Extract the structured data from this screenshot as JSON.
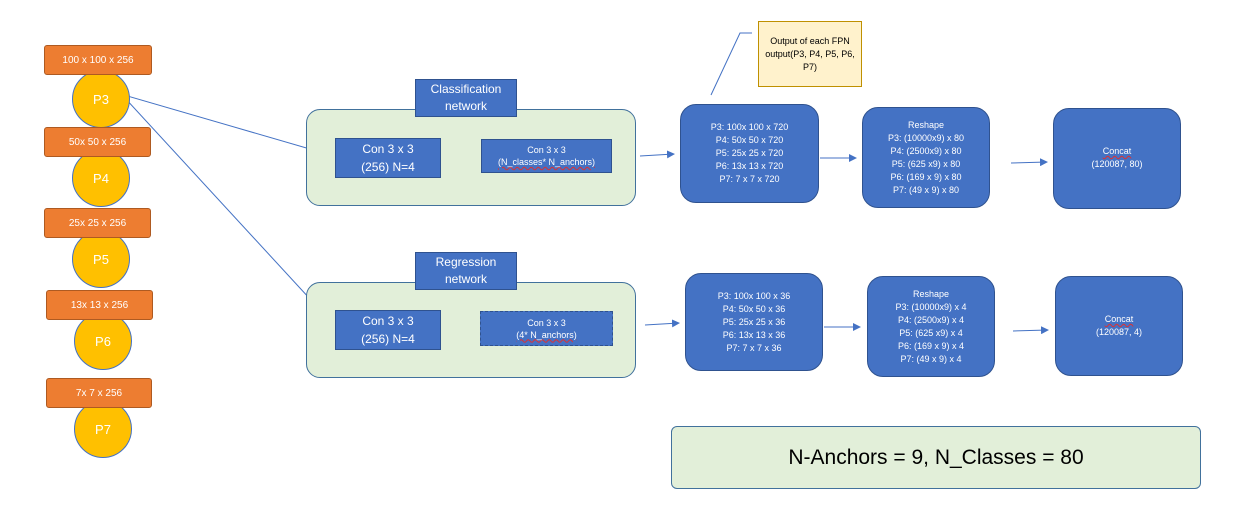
{
  "fpn_levels": [
    {
      "label": "P3",
      "shape": "100 x 100 x 256"
    },
    {
      "label": "P4",
      "shape": "50x 50 x 256"
    },
    {
      "label": "P5",
      "shape": "25x 25 x 256"
    },
    {
      "label": "P6",
      "shape": "13x 13 x 256"
    },
    {
      "label": "P7",
      "shape": "7x 7 x 256"
    }
  ],
  "classification": {
    "title_line1": "Classification",
    "title_line2": "network",
    "conv1_line1": "Con 3 x 3",
    "conv1_line2": "(256) N=4",
    "conv2_line1": "Con 3 x 3",
    "conv2_line2": "(N_classes* N_anchors)",
    "outputs": [
      "P3: 100x 100 x 720",
      "P4: 50x 50 x 720",
      "P5: 25x 25 x 720",
      "P6: 13x 13 x 720",
      "P7: 7 x 7 x 720"
    ],
    "reshape_title": "Reshape",
    "reshape": [
      "P3: (10000x9) x 80",
      "P4: (2500x9) x 80",
      "P5: (625 x9) x 80",
      "P6: (169 x 9) x 80",
      "P7: (49 x 9) x 80"
    ],
    "concat_title": "Concat",
    "concat_shape": "(120087, 80)"
  },
  "regression": {
    "title_line1": "Regression",
    "title_line2": "network",
    "conv1_line1": "Con 3 x 3",
    "conv1_line2": "(256) N=4",
    "conv2_line1": "Con 3 x 3",
    "conv2_line2": "(4* N_anchors)",
    "outputs": [
      "P3: 100x 100 x 36",
      "P4: 50x 50 x 36",
      "P5: 25x 25 x 36",
      "P6: 13x 13 x 36",
      "P7: 7 x 7 x 36"
    ],
    "reshape_title": "Reshape",
    "reshape": [
      "P3: (10000x9) x 4",
      "P4: (2500x9) x 4",
      "P5: (625 x9) x 4",
      "P6: (169 x 9) x 4",
      "P7: (49 x 9) x 4"
    ],
    "concat_title": "Concat",
    "concat_shape": "(120087, 4)"
  },
  "callout": "Output of each FPN output(P3, P4, P5, P6, P7)",
  "summary": "N-Anchors = 9, N_Classes = 80",
  "colors": {
    "orange": "#ed7d31",
    "yellow": "#ffc000",
    "blue": "#4472c4",
    "green_panel": "#e2efd9",
    "callout": "#fff2cc"
  }
}
